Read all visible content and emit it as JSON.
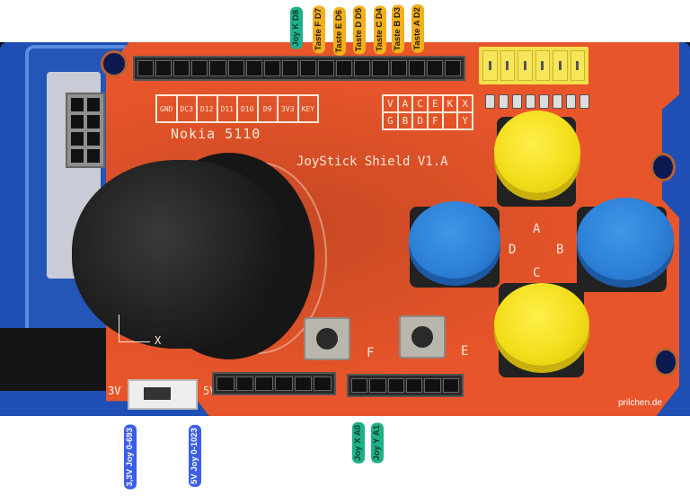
{
  "image": {
    "subject": "Arduino JoyStick Shield V1.A",
    "board_title": "JoyStick Shield V1.A",
    "lcd_label": "Nokia 5110",
    "lcd_pin_labels": [
      "GND",
      "DC3",
      "D12",
      "D11",
      "D10",
      "D9",
      "3V3",
      "KEY"
    ],
    "button_map_grid": {
      "row1": [
        "V",
        "A",
        "C",
        "E",
        "K",
        "X"
      ],
      "row2": [
        "G",
        "B",
        "D",
        "F",
        "",
        "Y"
      ]
    },
    "button_letters": {
      "a": "A",
      "b": "B",
      "c": "C",
      "d": "D",
      "e": "E",
      "f": "F"
    },
    "axis_label": "X",
    "voltage_labels": {
      "low": "3V",
      "high": "5V"
    },
    "credit": "prilchen.de"
  },
  "annotations": {
    "top": [
      {
        "text": "Joy K D8",
        "color": "teal"
      },
      {
        "text": "Taste F D7",
        "color": "orange"
      },
      {
        "text": "Taste E D6",
        "color": "orange"
      },
      {
        "text": "Taste D D5",
        "color": "orange"
      },
      {
        "text": "Taste C D4",
        "color": "orange"
      },
      {
        "text": "Taste B D3",
        "color": "orange"
      },
      {
        "text": "Taste A D2",
        "color": "orange"
      }
    ],
    "bottom_left": [
      {
        "text": "3,3V Joy 0-693",
        "color": "blue"
      },
      {
        "text": "5V Joy 0-1023",
        "color": "blue"
      }
    ],
    "bottom_center": [
      {
        "text": "Joy X A0",
        "color": "teal"
      },
      {
        "text": "Joy Y A1",
        "color": "teal"
      }
    ]
  },
  "colors": {
    "pcb": "#e8552a",
    "arduino": "#1f4fb4",
    "button_yellow": "#f2dc18",
    "button_blue": "#2c7fd6",
    "tag_orange": "#f2b01e",
    "tag_teal": "#1fb08a",
    "tag_blue": "#3b5de8"
  }
}
